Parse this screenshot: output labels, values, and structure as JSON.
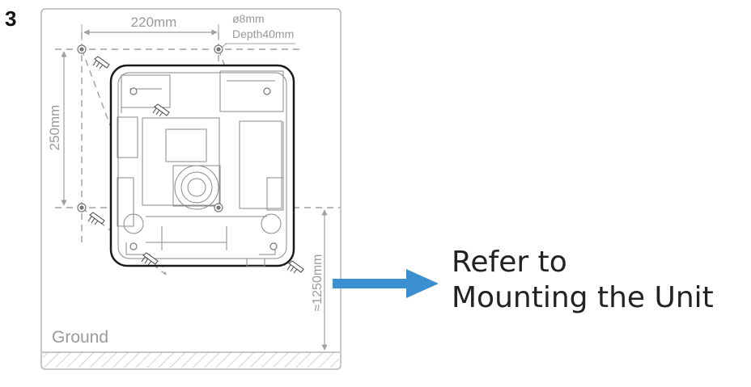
{
  "step": {
    "number": "3"
  },
  "dimensions": {
    "horizontal_spacing": "220mm",
    "vertical_spacing": "250mm",
    "height_from_ground": "≈1250mm",
    "hole_diameter": "ø8mm",
    "hole_depth": "Depth40mm"
  },
  "ground_label": "Ground",
  "callout": {
    "line1": "Refer to",
    "line2": "Mounting the Unit"
  },
  "colors": {
    "arrow": "#3a8fd1",
    "dimension_lines": "#a0a0a0",
    "unit_outline": "#1a1a1a",
    "text": "#222222"
  }
}
